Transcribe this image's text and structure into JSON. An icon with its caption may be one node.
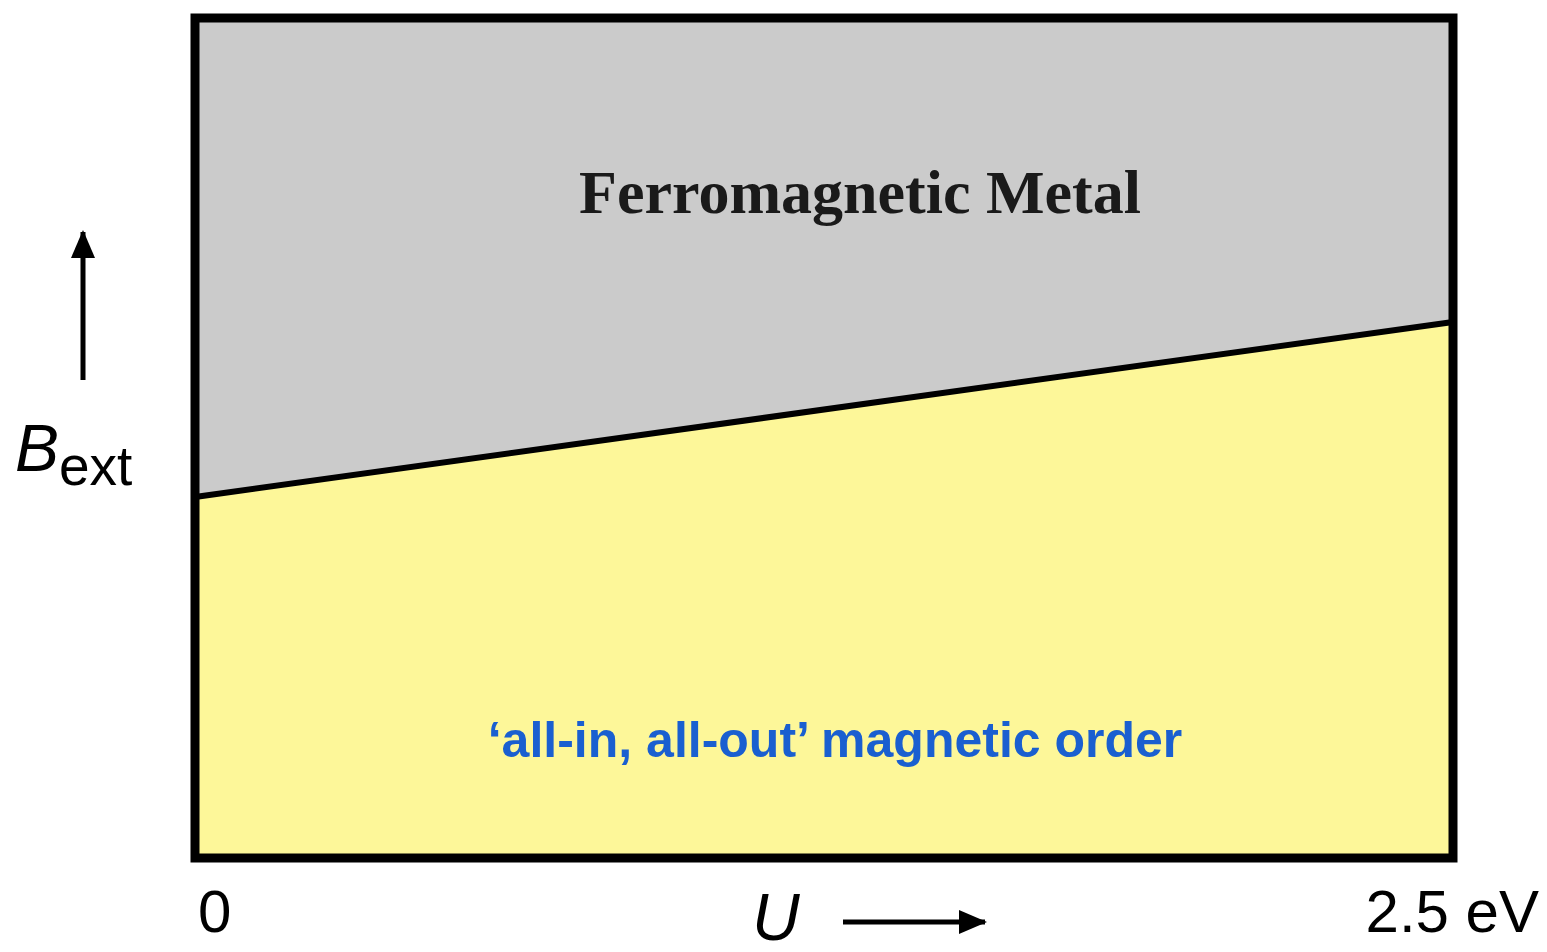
{
  "diagram": {
    "nodes": [
      {
        "text": [
          "Ferromagnetic Metal"
        ]
      },
      {
        "text": [
          "‘all-in, all-out’ magnetic order"
        ]
      }
    ],
    "labels": [
      "*B*$_{ext}$",
      "0",
      "*U*",
      "2.5 eV"
    ]
  }
}
